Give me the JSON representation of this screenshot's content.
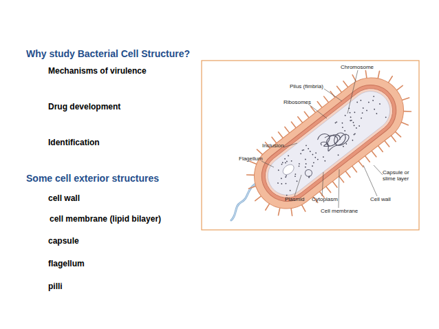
{
  "diagram": {
    "title": "Why study Bacterial Cell Structure?",
    "labels": [
      "Mechanisms of virulence",
      "Drug development",
      "Identification",
      "Some cell exterior structures",
      "cell wall",
      "cell membrane (lipid bilayer)",
      "capsule",
      "flagellum",
      "pilli",
      "Chromosome",
      "Pilus (fimbria)",
      "Ribosomes",
      "Inclusion",
      "Flagellum",
      "Capsule or slime layer",
      "Plasmid",
      "Cytoplasm",
      "Cell wall",
      "Cell membrane"
    ]
  }
}
